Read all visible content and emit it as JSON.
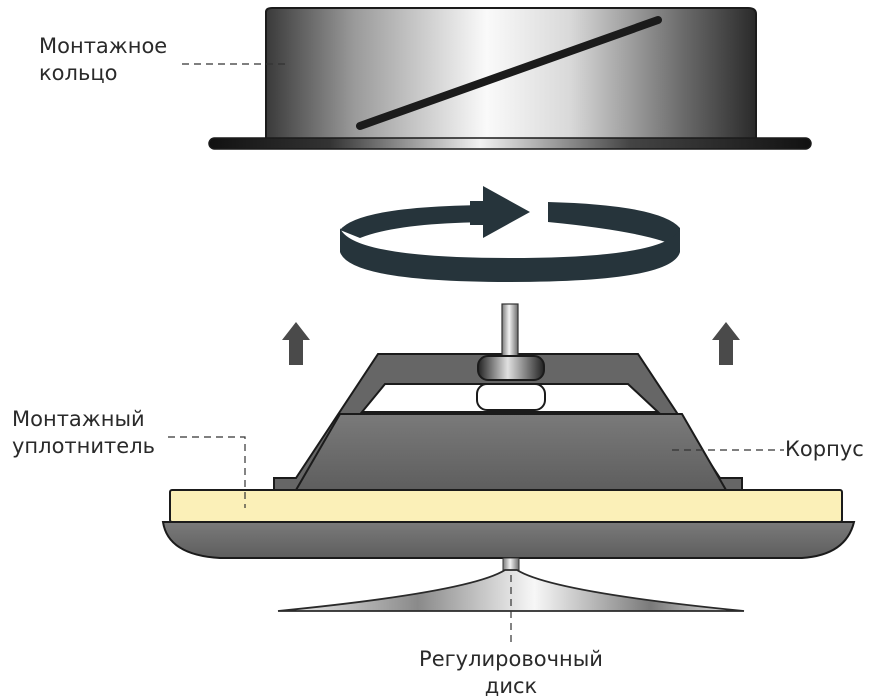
{
  "labels": {
    "mounting_ring": {
      "line1": "Монтажное",
      "line2": "кольцо"
    },
    "mounting_seal": {
      "line1": "Монтажный",
      "line2": "уплотнитель"
    },
    "housing": "Корпус",
    "adjusting_disc": {
      "line1": "Регулировочный",
      "line2": "диск"
    }
  },
  "colors": {
    "dark": "#1b1b1b",
    "steel_mid": "#bfbfbf",
    "ring_band": "#26343b",
    "body_gray": "#6e6e6e",
    "seal_yellow": "#fbf0b8",
    "arrow_gray": "#4a4a4a",
    "leader": "#333333"
  }
}
